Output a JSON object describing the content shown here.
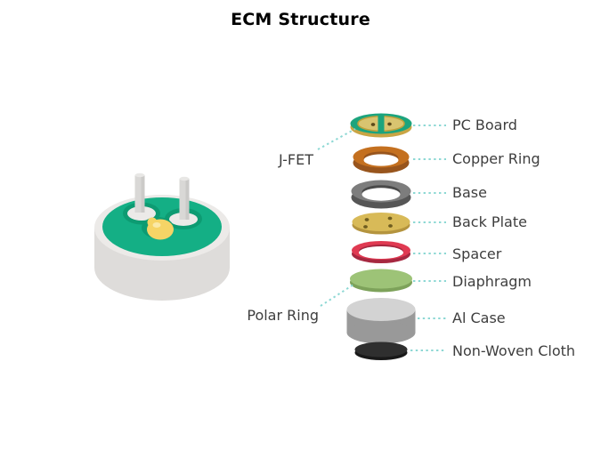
{
  "title": "ECM Structure",
  "layers": [
    {
      "label": "PC Board"
    },
    {
      "label": "Copper Ring"
    },
    {
      "label": "Base"
    },
    {
      "label": "Back Plate"
    },
    {
      "label": "Spacer"
    },
    {
      "label": "Diaphragm"
    },
    {
      "label": "Al Case"
    },
    {
      "label": "Non-Woven Cloth"
    }
  ],
  "callouts": [
    {
      "label": "J-FET"
    },
    {
      "label": "Polar Ring"
    }
  ],
  "colors": {
    "bg": "#ffffff",
    "title_text": "#000000",
    "label_text": "#3e3e3e",
    "leader_dot": "#8dd8d4",
    "pcb_green": "#1ca47d",
    "pcb_edge_gold": "#c9a544",
    "pcb_pad": "#d9c470",
    "pcb_pad_stroke": "#bfa23c",
    "pcb_hole": "#5d4a1a",
    "copper_top": "#c4701f",
    "copper_side": "#98551d",
    "base_top": "#7d7d7d",
    "base_side": "#565656",
    "base_inner": "#4a4a4a",
    "backplate_top": "#d8ba58",
    "backplate_side": "#b4943e",
    "backplate_hole": "#6f5d20",
    "spacer_top": "#e03a52",
    "spacer_side": "#a62840",
    "diaphragm_top": "#9dc377",
    "diaphragm_side": "#7da25a",
    "alcase_top": "#d3d3d3",
    "alcase_side": "#999999",
    "cloth_top": "#2f2f2f",
    "cloth_side": "#191919",
    "mic_rim": "#eceae8",
    "mic_body": "#dedcda",
    "mic_green": "#14af85",
    "mic_green_dark": "#0d9b72",
    "mic_pin": "#d9d8d6",
    "mic_pin_top": "#e8e7e5",
    "mic_pin_shade": "#cbcac8",
    "solder_yellow": "#f6d466",
    "solder_highlight": "#fae9a8"
  }
}
